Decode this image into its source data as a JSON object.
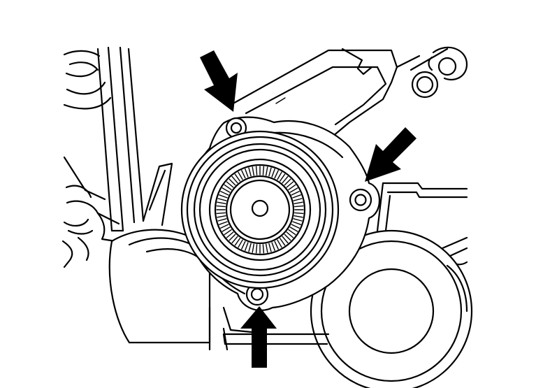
{
  "diagram": {
    "background": "#ffffff",
    "ink": "#000000",
    "callout_arrows": [
      {
        "id": "upper-left-bolt",
        "points_to": "upper-left-mounting-bolt"
      },
      {
        "id": "right-bolt",
        "points_to": "right-mounting-bolt"
      },
      {
        "id": "lower-bolt",
        "points_to": "lower-mounting-bolt"
      }
    ]
  }
}
